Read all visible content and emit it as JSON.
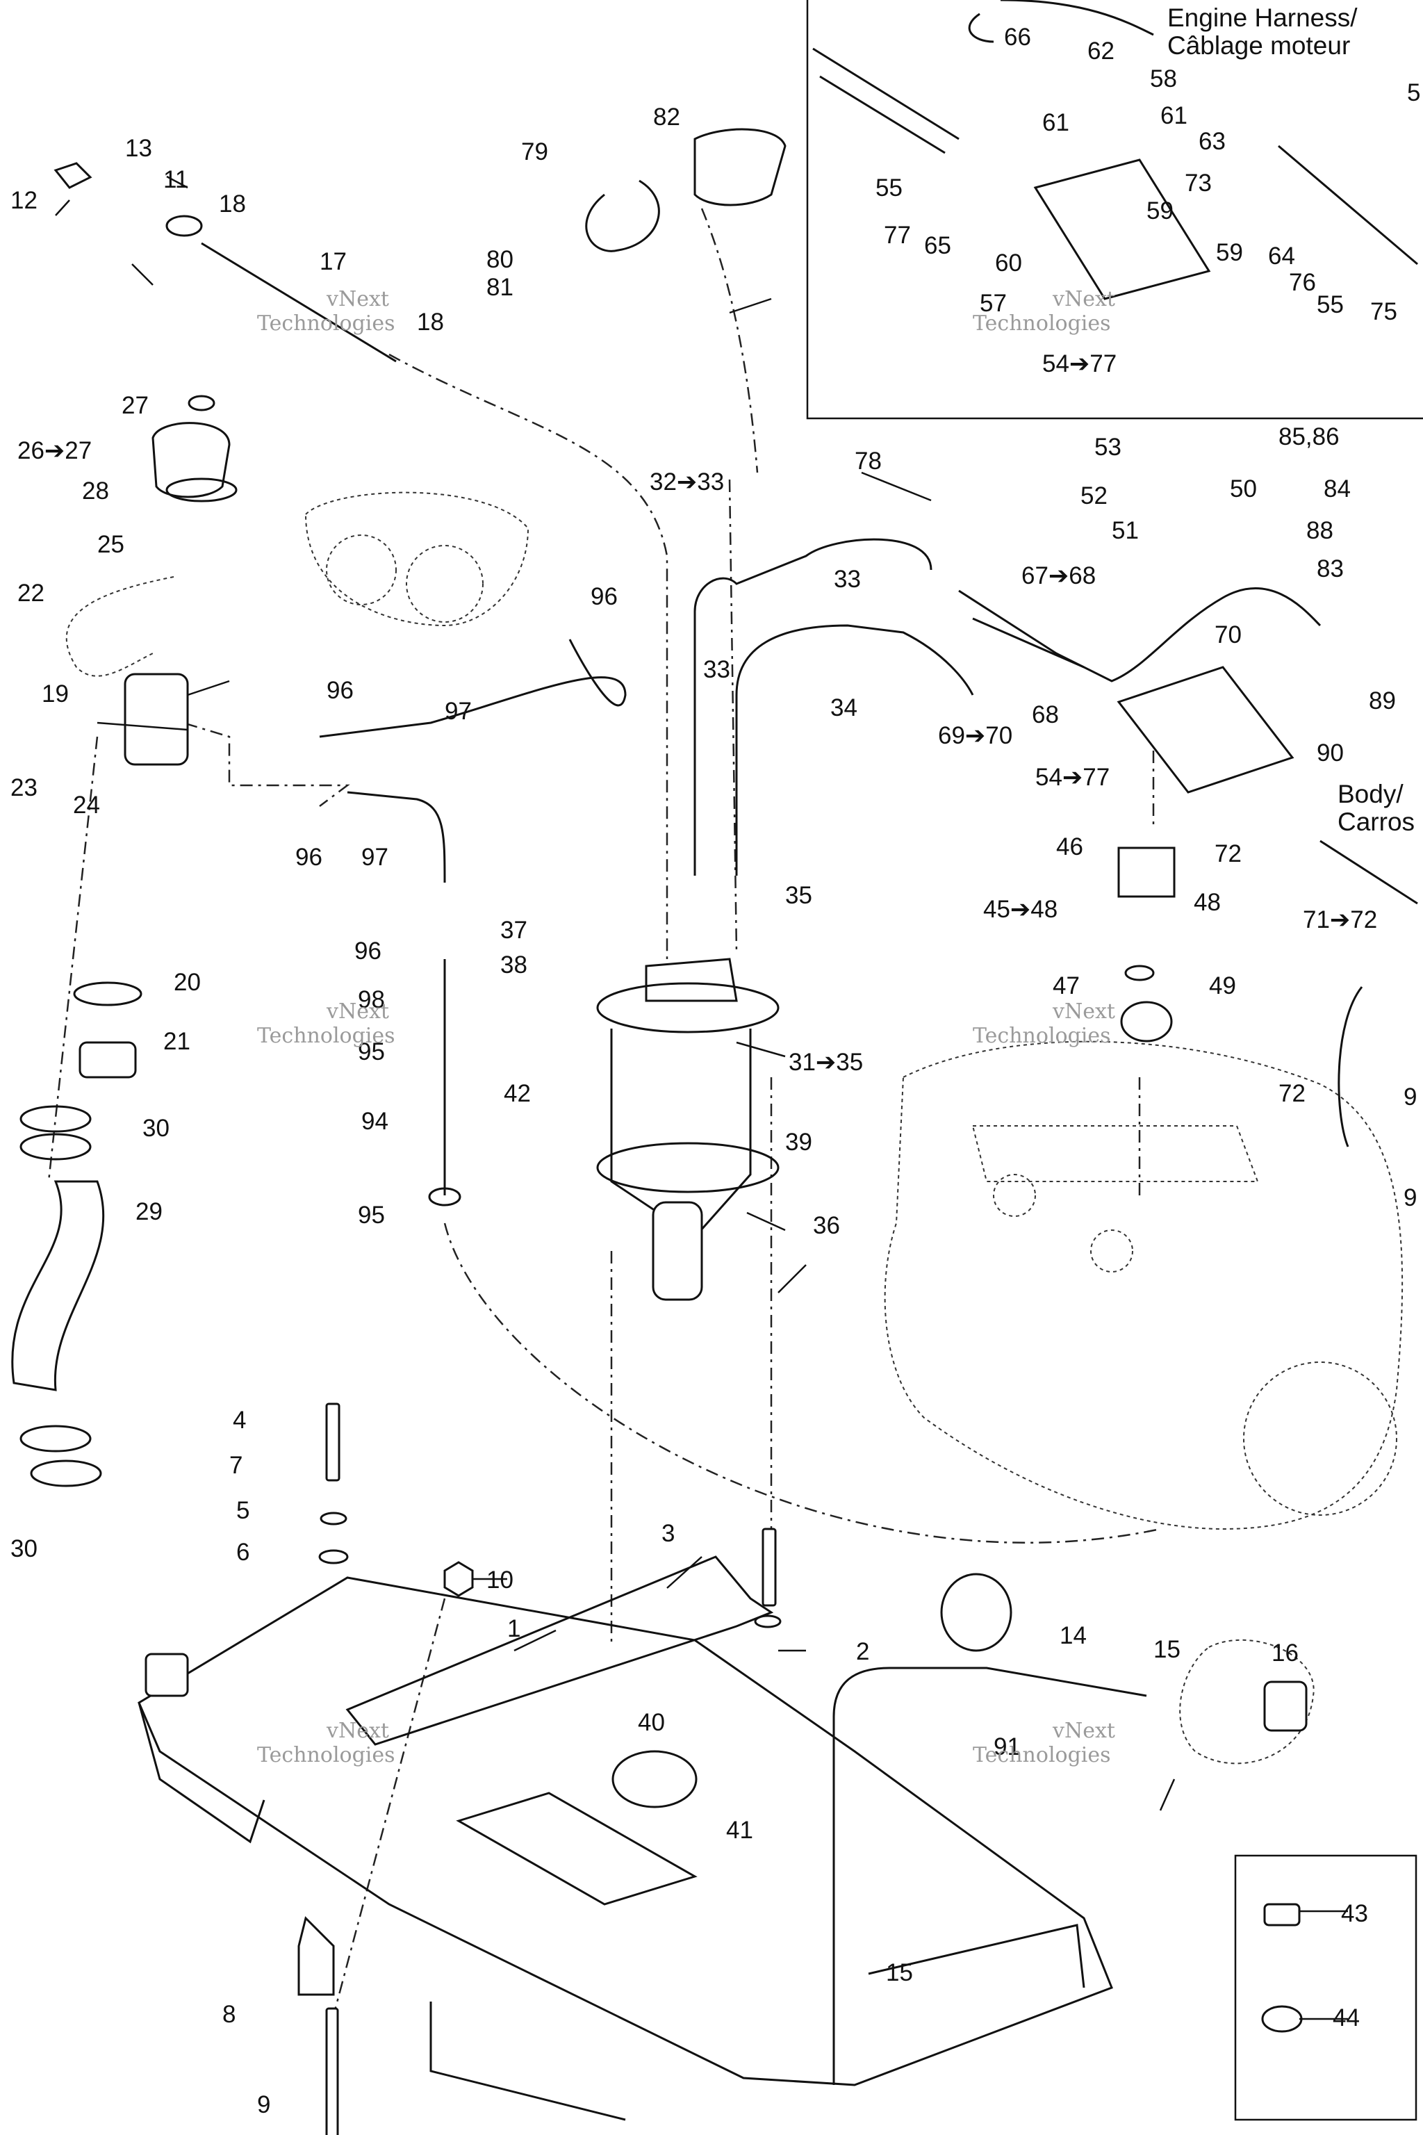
{
  "labels": {
    "l1": "1",
    "l2": "2",
    "l3": "3",
    "l4": "4",
    "l5": "5",
    "l6": "6",
    "l7": "7",
    "l8": "8",
    "l9": "9",
    "l10": "10",
    "l11": "11",
    "l12": "12",
    "l13": "13",
    "l14": "14",
    "l15a": "15",
    "l15b": "15",
    "l16": "16",
    "l17": "17",
    "l18a": "18",
    "l18b": "18",
    "l19": "19",
    "l20": "20",
    "l21": "21",
    "l22": "22",
    "l23": "23",
    "l24": "24",
    "l25": "25",
    "l26": "26➔27",
    "l27": "27",
    "l28": "28",
    "l29": "29",
    "l30a": "30",
    "l30b": "30",
    "l31": "31➔35",
    "l32": "32➔33",
    "l33a": "33",
    "l33b": "33",
    "l34": "34",
    "l35": "35",
    "l36": "36",
    "l37": "37",
    "l38": "38",
    "l39": "39",
    "l40": "40",
    "l41": "41",
    "l42": "42",
    "l43": "43",
    "l44": "44",
    "l45": "45➔48",
    "l46": "46",
    "l47": "47",
    "l48": "48",
    "l49": "49",
    "l50": "50",
    "l51": "51",
    "l52": "52",
    "l53": "53",
    "l54a": "54➔77",
    "l54b": "54➔77",
    "l55a": "55",
    "l55b": "55",
    "l57": "57",
    "l58": "58",
    "l59a": "59",
    "l59b": "59",
    "l60": "60",
    "l61a": "61",
    "l61b": "61",
    "l62": "62",
    "l63": "63",
    "l64": "64",
    "l65": "65",
    "l66": "66",
    "l67": "67➔68",
    "l68": "68",
    "l69": "69➔70",
    "l70": "70",
    "l71": "71➔72",
    "l72a": "72",
    "l72b": "72",
    "l73": "73",
    "l75": "75",
    "l76": "76",
    "l77": "77",
    "l78": "78",
    "l79": "79",
    "l80": "80",
    "l81": "81",
    "l82": "82",
    "l83": "83",
    "l84": "84",
    "l85": "85,86",
    "l88": "88",
    "l89": "89",
    "l90": "90",
    "l91": "91",
    "l94": "94",
    "l95": "95",
    "l96a": "96",
    "l96b": "96",
    "l96c": "96",
    "l96d": "96",
    "l97a": "97",
    "l97b": "97",
    "l98": "98",
    "l9r": "9",
    "l9s": "9",
    "l95b": "95",
    "l5t": "5"
  },
  "notes": {
    "engine_harness_1": "Engine Harness/",
    "engine_harness_2": "Câblage moteur",
    "body_1": "Body/",
    "body_2": "Carros"
  },
  "watermark": {
    "line1": "vNext",
    "line2": "Technologies"
  },
  "colors": {
    "ink": "#111111",
    "watermark": "#9a9a9a"
  }
}
